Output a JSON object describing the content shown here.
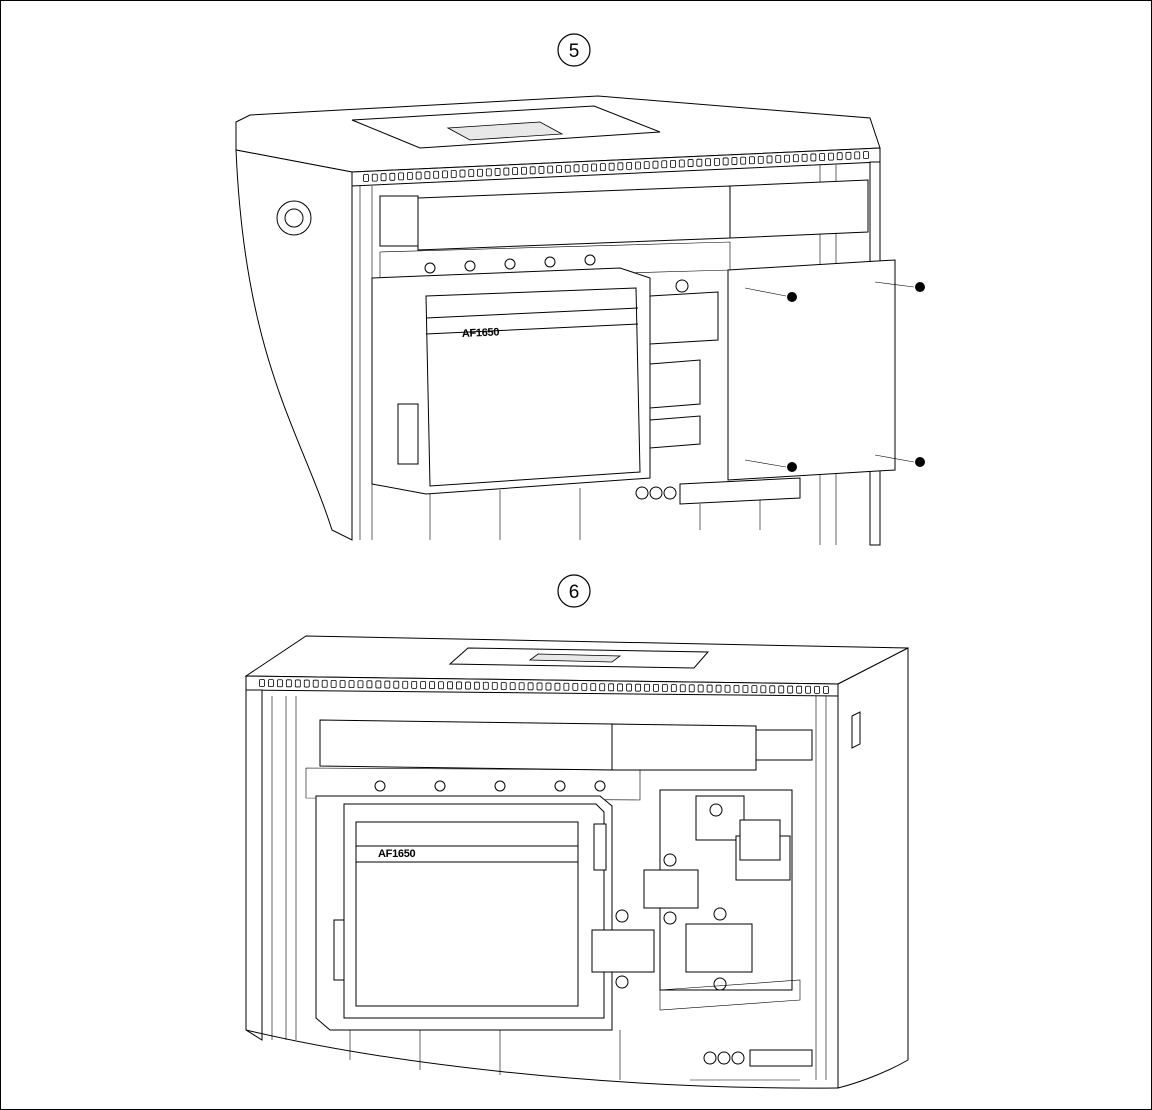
{
  "steps": [
    {
      "number": "5",
      "module_label": "AF1650"
    },
    {
      "number": "6",
      "module_label": "AF1650"
    }
  ]
}
